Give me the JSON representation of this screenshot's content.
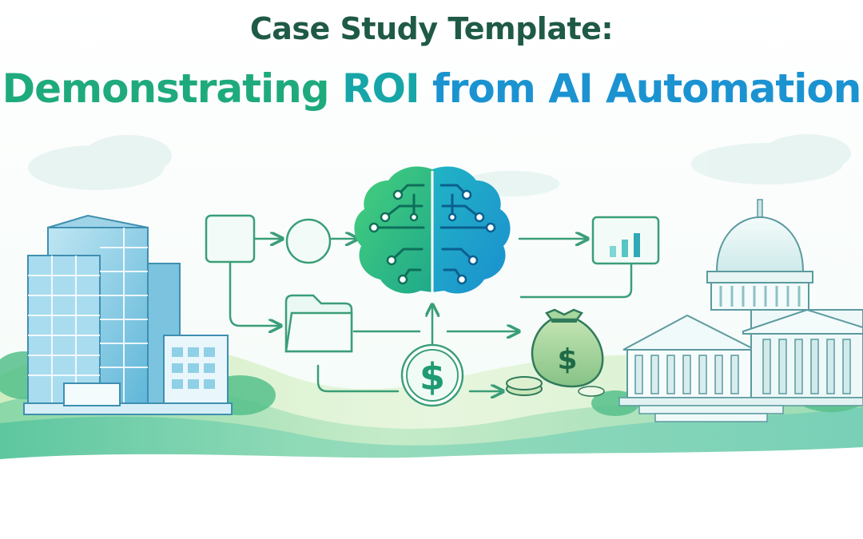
{
  "header": {
    "title": "Case Study Template:",
    "subtitle": {
      "part1": "Demonstrating ",
      "part2": "ROI ",
      "part3": "from AI Automation"
    }
  },
  "symbols": {
    "dollar_sign": "$"
  },
  "colors": {
    "title_dark": "#1f5a47",
    "accent_green": "#1faa7d",
    "accent_teal": "#16a6a8",
    "accent_blue": "#1b93d1",
    "line_green": "#3a9e78"
  },
  "icons": [
    "office-building-icon",
    "process-box-icon",
    "process-circle-icon",
    "folder-icon",
    "ai-brain-icon",
    "dollar-coin-icon",
    "money-bag-icon",
    "bar-chart-icon",
    "government-capitol-icon"
  ]
}
